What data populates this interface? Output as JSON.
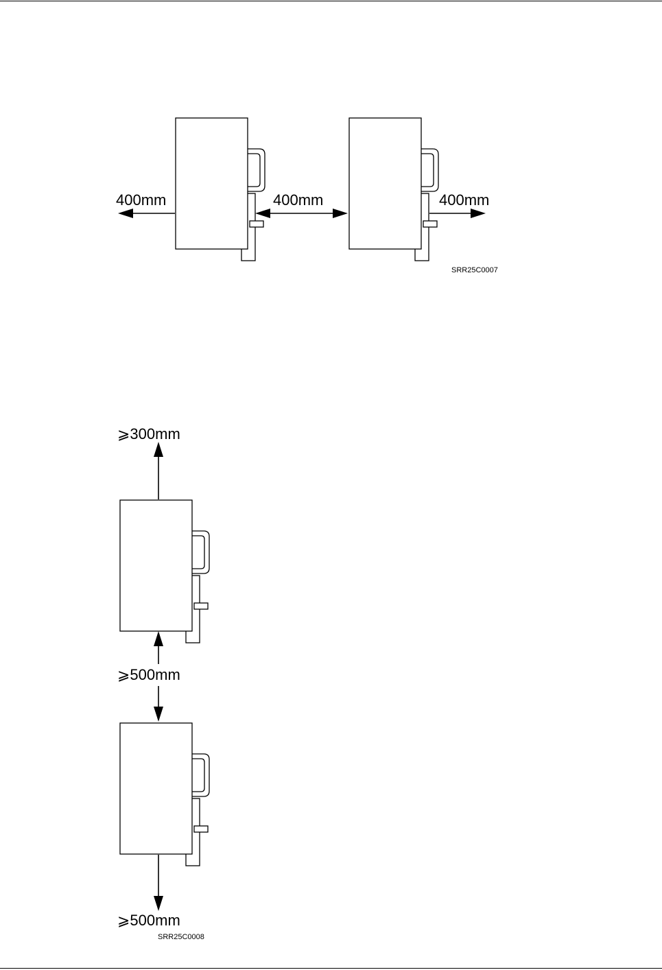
{
  "figure_top": {
    "clearance_left": "400mm",
    "clearance_between": "400mm",
    "clearance_right": "400mm",
    "code": "SRR25C0007"
  },
  "figure_bottom": {
    "clearance_above": "⩾300mm",
    "clearance_between": "⩾500mm",
    "clearance_below": "⩾500mm",
    "code": "SRR25C0008"
  }
}
